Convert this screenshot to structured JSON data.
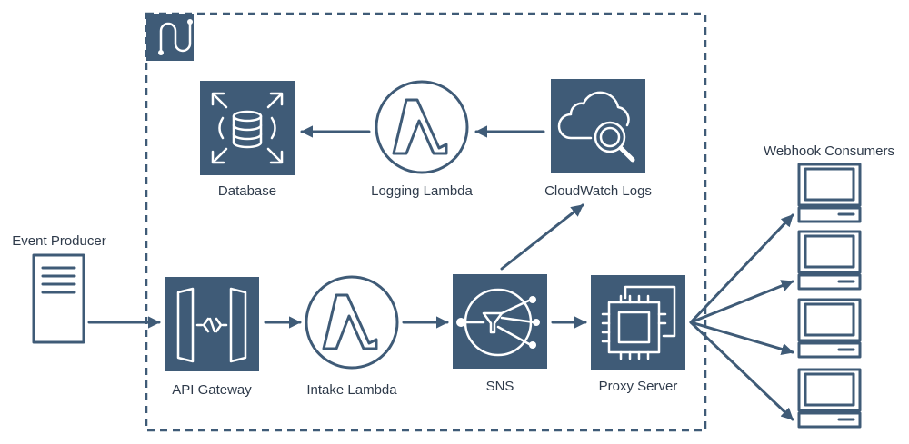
{
  "colors": {
    "primary": "#3f5b77",
    "text": "#2e3a4a",
    "background": "#ffffff"
  },
  "nodes": {
    "event_producer": {
      "label": "Event Producer",
      "icon": "server-document-icon"
    },
    "api_gateway": {
      "label": "API Gateway",
      "icon": "api-gateway-icon"
    },
    "intake_lambda": {
      "label": "Intake Lambda",
      "icon": "lambda-icon"
    },
    "sns": {
      "label": "SNS",
      "icon": "sns-icon"
    },
    "proxy_server": {
      "label": "Proxy Server",
      "icon": "chip-icon"
    },
    "cloudwatch_logs": {
      "label": "CloudWatch Logs",
      "icon": "cloud-search-icon"
    },
    "logging_lambda": {
      "label": "Logging Lambda",
      "icon": "lambda-icon"
    },
    "database": {
      "label": "Database",
      "icon": "database-icon"
    },
    "webhook_consumers": {
      "label": "Webhook Consumers",
      "icon": "monitor-icon"
    }
  },
  "group": {
    "icon": "account-boundary-icon"
  }
}
